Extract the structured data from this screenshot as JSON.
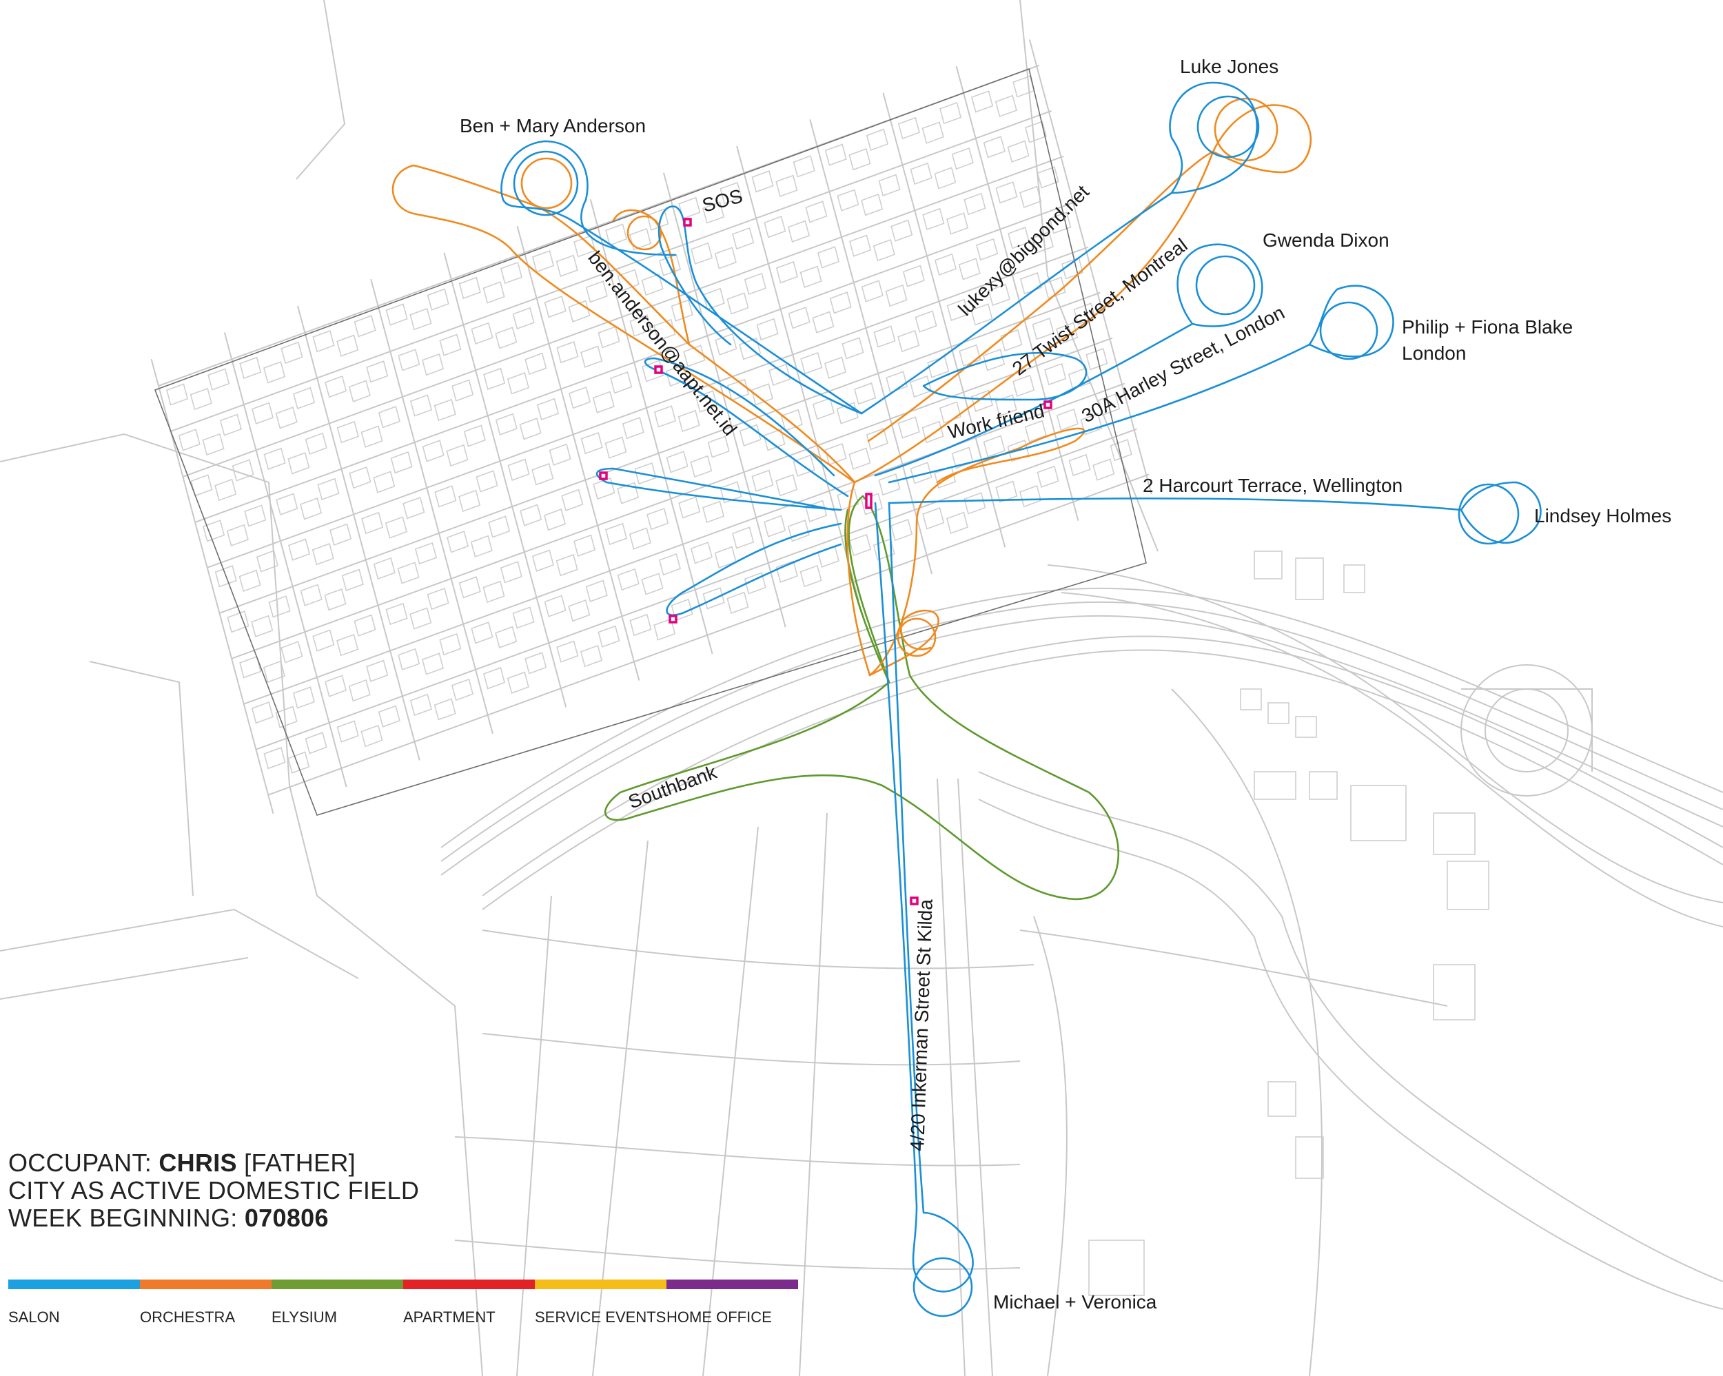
{
  "title": {
    "occupant_prefix": "OCCUPANT: ",
    "occupant_name": "CHRIS",
    "occupant_role": " [FATHER]",
    "subtitle": "CITY AS ACTIVE DOMESTIC FIELD",
    "week_prefix": "WEEK BEGINNING: ",
    "week_value": "070806"
  },
  "legend": [
    {
      "label": "SALON",
      "color": "#1ba1e2"
    },
    {
      "label": "ORCHESTRA",
      "color": "#f07a2a"
    },
    {
      "label": "ELYSIUM",
      "color": "#6f9d33"
    },
    {
      "label": "APARTMENT",
      "color": "#e32226"
    },
    {
      "label": "SERVICE EVENTS",
      "color": "#f6bd18"
    },
    {
      "label": "HOME OFFICE",
      "color": "#7b2b8c"
    }
  ],
  "route_colors": {
    "salon": "#1b8fd6",
    "orchestra": "#ef8a1f",
    "elysium": "#5e9a2c",
    "marker": "#e6007e"
  },
  "labels": {
    "luke_jones": "Luke  Jones",
    "ben_mary": "Ben + Mary Anderson",
    "sos": "SOS",
    "ben_email": "ben.anderson@aapt.net.id",
    "luke_email": "lukexy@bigpond.net",
    "gwenda": "Gwenda Dixon",
    "twist": "27 Twist Street, Montreal",
    "philip": "Philip + Fiona Blake",
    "london": "London",
    "harley": "30A Harley Street, London",
    "work_friend": "Work friend",
    "harcourt": "2 Harcourt Terrace, Wellington",
    "lindsey": "Lindsey Holmes",
    "southbank": "Southbank",
    "inkerman": "4/20 Inkerman Street St Kilda",
    "michael": "Michael + Veronica"
  }
}
